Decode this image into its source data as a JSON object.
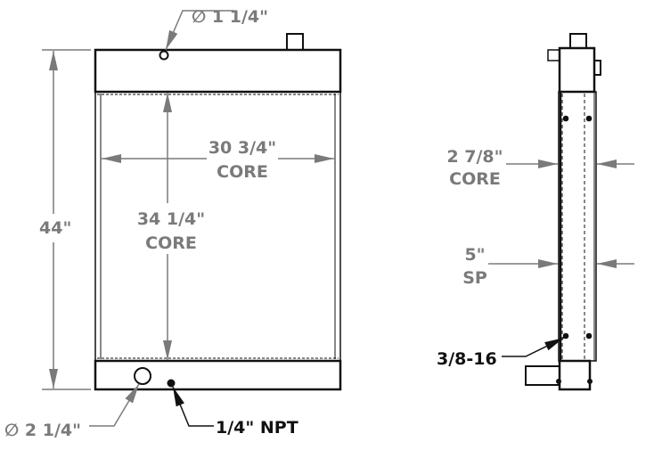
{
  "front_view": {
    "height_label": "44\"",
    "core_width_label": "30 3/4\"",
    "core_width_sub": "CORE",
    "core_height_label": "34 1/4\"",
    "core_height_sub": "CORE",
    "top_port_label": "∅ 1 1/4\"",
    "bottom_port_label": "∅ 2 1/4\"",
    "drain_label": "1/4\" NPT"
  },
  "side_view": {
    "core_depth_label": "2 7/8\"",
    "core_depth_sub": "CORE",
    "sp_label": "5\"",
    "sp_sub": "SP",
    "mount_label": "3/8-16"
  },
  "colors": {
    "dimension": "#7a7a7a",
    "outline": "#111111"
  }
}
